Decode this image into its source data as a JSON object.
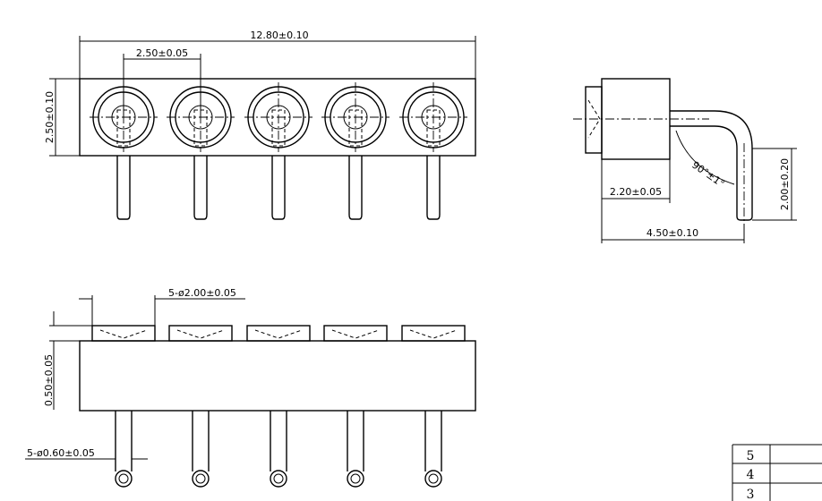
{
  "dimensions": {
    "overall_length": "12.80±0.10",
    "pitch": "2.50±0.05",
    "body_height": "2.50±0.10",
    "side_offset": "2.20±0.05",
    "side_length": "4.50±0.10",
    "bend_angle": "90°±1°",
    "pin_drop": "2.00±0.20",
    "head_diameter": "5-ø2.00±0.05",
    "head_height": "0.50±0.05",
    "pin_diameter": "5-ø0.60±0.05"
  },
  "revision_table": {
    "rows": [
      "5",
      "4",
      "3"
    ]
  }
}
